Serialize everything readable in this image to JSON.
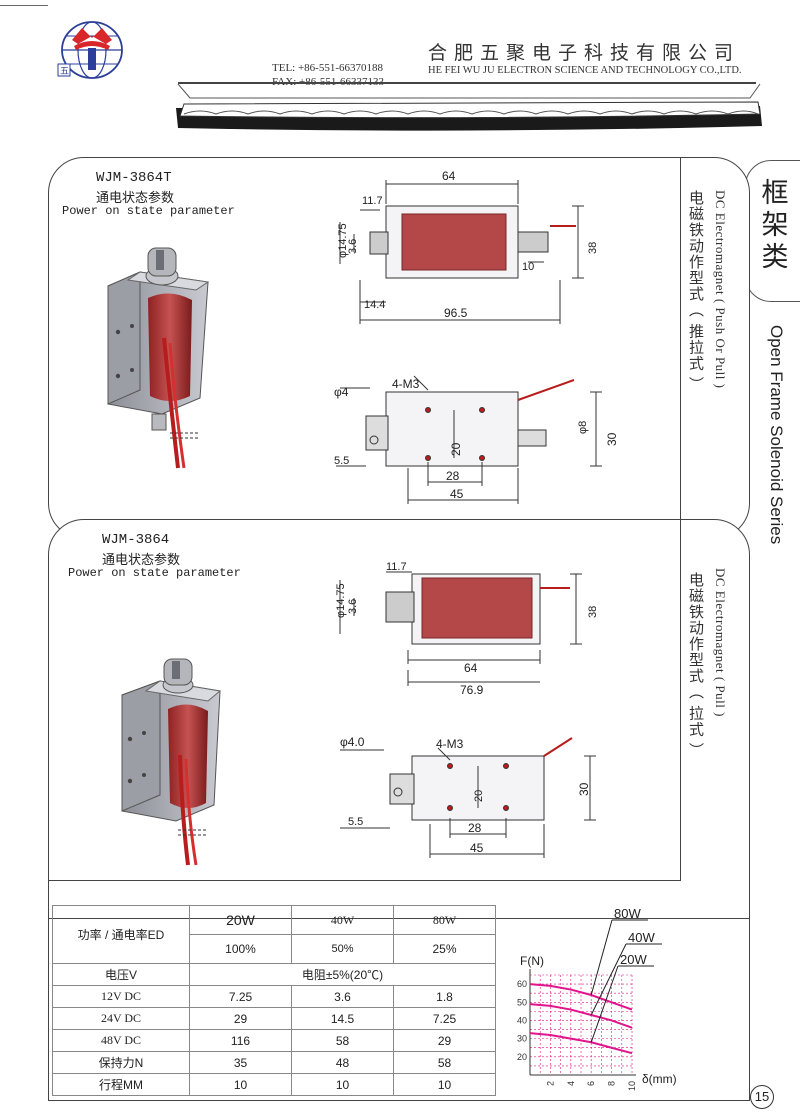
{
  "header": {
    "company_cn": "合肥五聚电子科技有限公司",
    "company_en": "HE FEI  WU JU ELECTRON SCIENCE AND TECHNOLOGY CO.,LTD.",
    "tel": "TEL: +86-551-66370188",
    "fax": "FAX: +86-551-66337133",
    "logo_text": "五"
  },
  "side_tab": {
    "category": "框架类",
    "series": "Open Frame Solenoid Series"
  },
  "product1": {
    "model": "WJM-3864T",
    "state_cn": "通电状态参数",
    "state_en": "Power on state parameter",
    "type_cn": "电磁铁动作型式（ 推拉式 ）",
    "type_en": "DC Electromagnet ( Push Or Pull )",
    "dims": {
      "d1": "64",
      "d2": "11.7",
      "d3": "φ14.75",
      "d4": "3.6",
      "d5": "10",
      "d6": "38",
      "d7": "14.4",
      "d8": "96.5",
      "d9": "φ4",
      "d10": "4-M3",
      "d11": "20",
      "d12": "φ8",
      "d13": "30",
      "d14": "5.5",
      "d15": "28",
      "d16": "45"
    }
  },
  "product2": {
    "model": "WJM-3864",
    "state_cn": "通电状态参数",
    "state_en": "Power on state parameter",
    "type_cn": "电磁铁动作型式（ 拉式 ）",
    "type_en": "DC Electromagnet ( Pull )",
    "dims": {
      "d1": "11.7",
      "d2": "φ14.75",
      "d3": "3.6",
      "d4": "38",
      "d5": "64",
      "d6": "76.9",
      "d7": "φ4.0",
      "d8": "4-M3",
      "d9": "20",
      "d10": "30",
      "d11": "5.5",
      "d12": "28",
      "d13": "45"
    }
  },
  "table": {
    "header1": "功率 / 通电率ED",
    "powers": [
      "20W",
      "40W",
      "80W"
    ],
    "duty": [
      "100%",
      "50%",
      "25%"
    ],
    "voltage_label": "电压V",
    "resistance_label": "电阻±5%(20℃)",
    "rows": [
      {
        "label": "12V DC",
        "values": [
          "7.25",
          "3.6",
          "1.8"
        ]
      },
      {
        "label": "24V DC",
        "values": [
          "29",
          "14.5",
          "7.25"
        ]
      },
      {
        "label": "48V DC",
        "values": [
          "116",
          "58",
          "29"
        ]
      },
      {
        "label": "保持力N",
        "values": [
          "35",
          "48",
          "58"
        ]
      },
      {
        "label": "行程MM",
        "values": [
          "10",
          "10",
          "10"
        ]
      }
    ]
  },
  "chart_data": {
    "type": "line",
    "title": "",
    "ylabel": "F(N)",
    "xlabel": "δ(mm)",
    "ylim": [
      10,
      65
    ],
    "xlim": [
      0,
      10
    ],
    "yticks": [
      20,
      30,
      40,
      50,
      60
    ],
    "xticks": [
      2,
      4,
      6,
      8,
      10
    ],
    "grid": true,
    "series": [
      {
        "name": "80W",
        "x": [
          0,
          2,
          4,
          6,
          8,
          10
        ],
        "y": [
          60,
          59,
          57,
          54,
          50,
          46
        ]
      },
      {
        "name": "40W",
        "x": [
          0,
          2,
          4,
          6,
          8,
          10
        ],
        "y": [
          49,
          48,
          46,
          43,
          40,
          36
        ]
      },
      {
        "name": "20W",
        "x": [
          0,
          2,
          4,
          6,
          8,
          10
        ],
        "y": [
          33,
          32,
          30,
          28,
          25,
          22
        ]
      }
    ],
    "color": "#e0148c"
  },
  "page_number": "15"
}
